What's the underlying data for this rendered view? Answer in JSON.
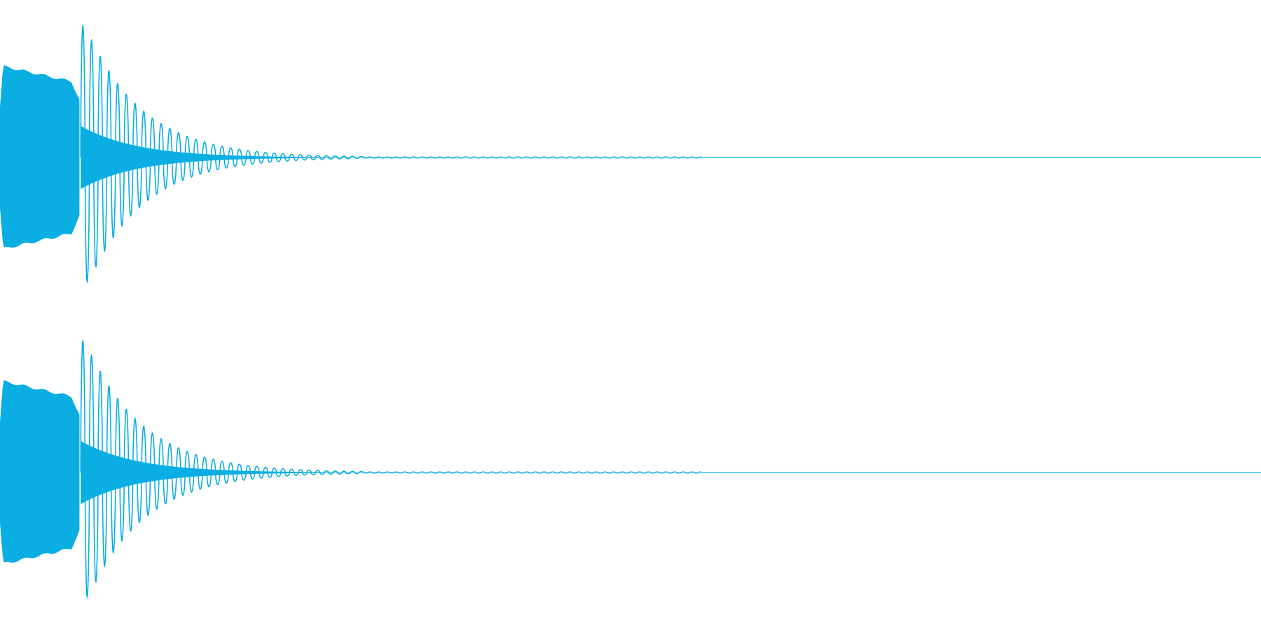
{
  "chart_data": {
    "type": "waveform",
    "color": "#0aaee3",
    "background": "#ffffff",
    "axes": "none",
    "grid": false,
    "legend": "none",
    "x_domain": [
      0,
      1
    ],
    "y_domain": [
      -1,
      1
    ],
    "channels": [
      {
        "segments": [
          {
            "kind": "dense-block",
            "x_start": 0.0,
            "x_end": 0.063,
            "amp_start": 0.62,
            "amp_end": 0.5
          },
          {
            "kind": "decaying-tone",
            "x_start": 0.064,
            "x_end": 0.556,
            "peak_amp": 0.97,
            "decay_per_cycle": 0.855,
            "cycle_width": 0.0069,
            "min_visible_amp": 0.006
          },
          {
            "kind": "silence",
            "x_start": 0.556,
            "x_end": 1.0
          }
        ]
      },
      {
        "segments": [
          {
            "kind": "dense-block",
            "x_start": 0.0,
            "x_end": 0.063,
            "amp_start": 0.62,
            "amp_end": 0.5
          },
          {
            "kind": "decaying-tone",
            "x_start": 0.064,
            "x_end": 0.556,
            "peak_amp": 0.97,
            "decay_per_cycle": 0.855,
            "cycle_width": 0.0069,
            "min_visible_amp": 0.006
          },
          {
            "kind": "silence",
            "x_start": 0.556,
            "x_end": 1.0
          }
        ]
      }
    ]
  }
}
